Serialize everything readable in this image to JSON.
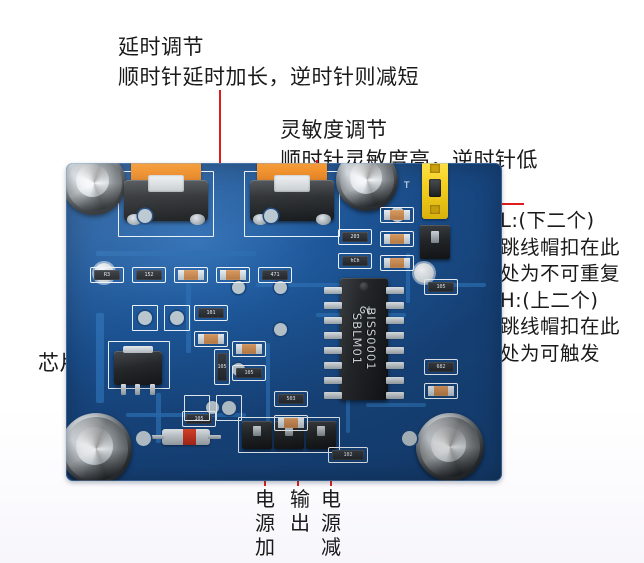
{
  "annotations": {
    "delay": {
      "name": "delay-adjust",
      "line1": "延时调节",
      "line2": "顺时针延时加长，逆时针则减短"
    },
    "sensitivity": {
      "name": "sensitivity-adjust",
      "line1": "灵敏度调节",
      "line2": "顺时针灵敏度高，逆时针低"
    },
    "chip": {
      "name": "chip",
      "line1": "芯片"
    },
    "jumper": {
      "name": "jumper-mode",
      "line1": "L:(下二个)",
      "line2": "跳线帽扣在此",
      "line3": "处为不可重复",
      "line4": "H:(上二个)",
      "line5": "跳线帽扣在此",
      "line6": "处为可触发"
    },
    "pins": [
      {
        "name": "power-plus",
        "chars": [
          "电",
          "源",
          "加"
        ]
      },
      {
        "name": "output",
        "chars": [
          "输",
          "出"
        ]
      },
      {
        "name": "power-minus",
        "chars": [
          "电",
          "源",
          "减"
        ]
      }
    ]
  },
  "board": {
    "name": "pir-sensor-module",
    "ic_logo": "ᘔ",
    "ic_line1": "BISS0001",
    "ic_line2": "SBLM01",
    "silk_t": "T",
    "smd_labels": {
      "r1": "R3",
      "r2": "152",
      "r3": "203",
      "r4": "hCh",
      "r5": "105",
      "r6": "101",
      "r7": "105",
      "r8": "105",
      "r9": "503",
      "r10": "105",
      "r11": "682",
      "r12": "102",
      "r13": "471"
    }
  },
  "colors": {
    "pcb_blue": "#1b5191",
    "leader_red": "#e01b1b",
    "pot_orange": "#f08c22",
    "jumper_yellow": "#f5cf1e",
    "silkscreen": "#e9f1f8",
    "text": "#1a1a1a"
  }
}
